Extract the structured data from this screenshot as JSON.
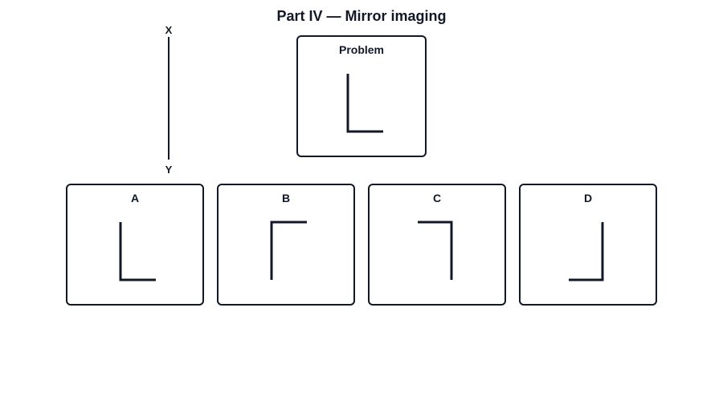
{
  "title": "Part IV — Mirror imaging",
  "axis": {
    "top_label": "X",
    "bottom_label": "Y"
  },
  "problem": {
    "label": "Problem",
    "shape": "L"
  },
  "options": [
    {
      "label": "A",
      "shape": "L"
    },
    {
      "label": "B",
      "shape": "Γ"
    },
    {
      "label": "C",
      "shape": "¬"
    },
    {
      "label": "D",
      "shape": "J"
    }
  ],
  "colors": {
    "ink": "#111827",
    "background": "#ffffff"
  }
}
